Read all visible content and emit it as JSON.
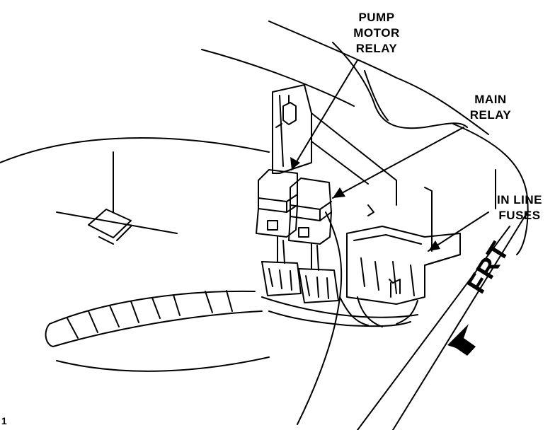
{
  "labels": {
    "pump_motor_relay": [
      "PUMP",
      "MOTOR",
      "RELAY"
    ],
    "main_relay": [
      "MAIN",
      "RELAY"
    ],
    "in_line_fuses": [
      "IN LINE",
      "FUSES"
    ],
    "front": "FRT",
    "corner_mark": "1"
  },
  "colors": {
    "ink": "#000000",
    "paper": "#ffffff"
  }
}
